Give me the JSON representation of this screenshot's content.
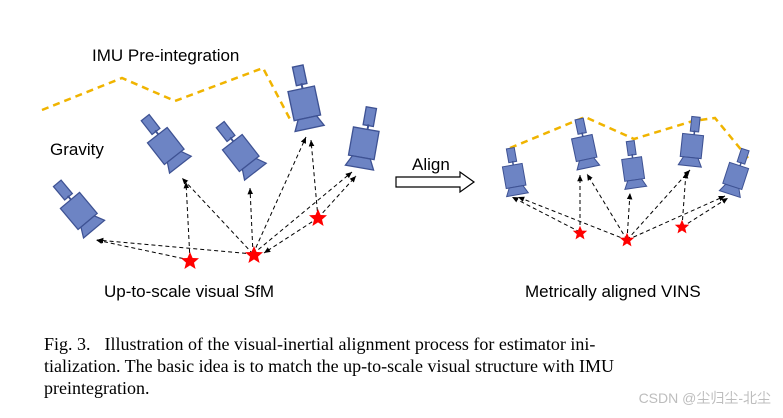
{
  "left_panel": {
    "imu_label": "IMU Pre-integration",
    "gravity_label": "Gravity",
    "sfm_label": "Up-to-scale visual SfM"
  },
  "arrow": {
    "label": "Align"
  },
  "right_panel": {
    "vins_label": "Metrically aligned VINS"
  },
  "caption": {
    "fig_number": "Fig. 3.",
    "line1": "Illustration of the visual-inertial alignment process for estimator ini-",
    "line2": "tialization. The basic idea is to match the up-to-scale visual structure with IMU",
    "line3": "preintegration."
  },
  "watermark": "CSDN @尘归尘-北尘",
  "colors": {
    "camera_fill": "#6d84c4",
    "camera_stroke": "#3e5293",
    "imu_path": "#f0b400",
    "landmark": "#ff0000",
    "dashed_ray": "#000000"
  }
}
